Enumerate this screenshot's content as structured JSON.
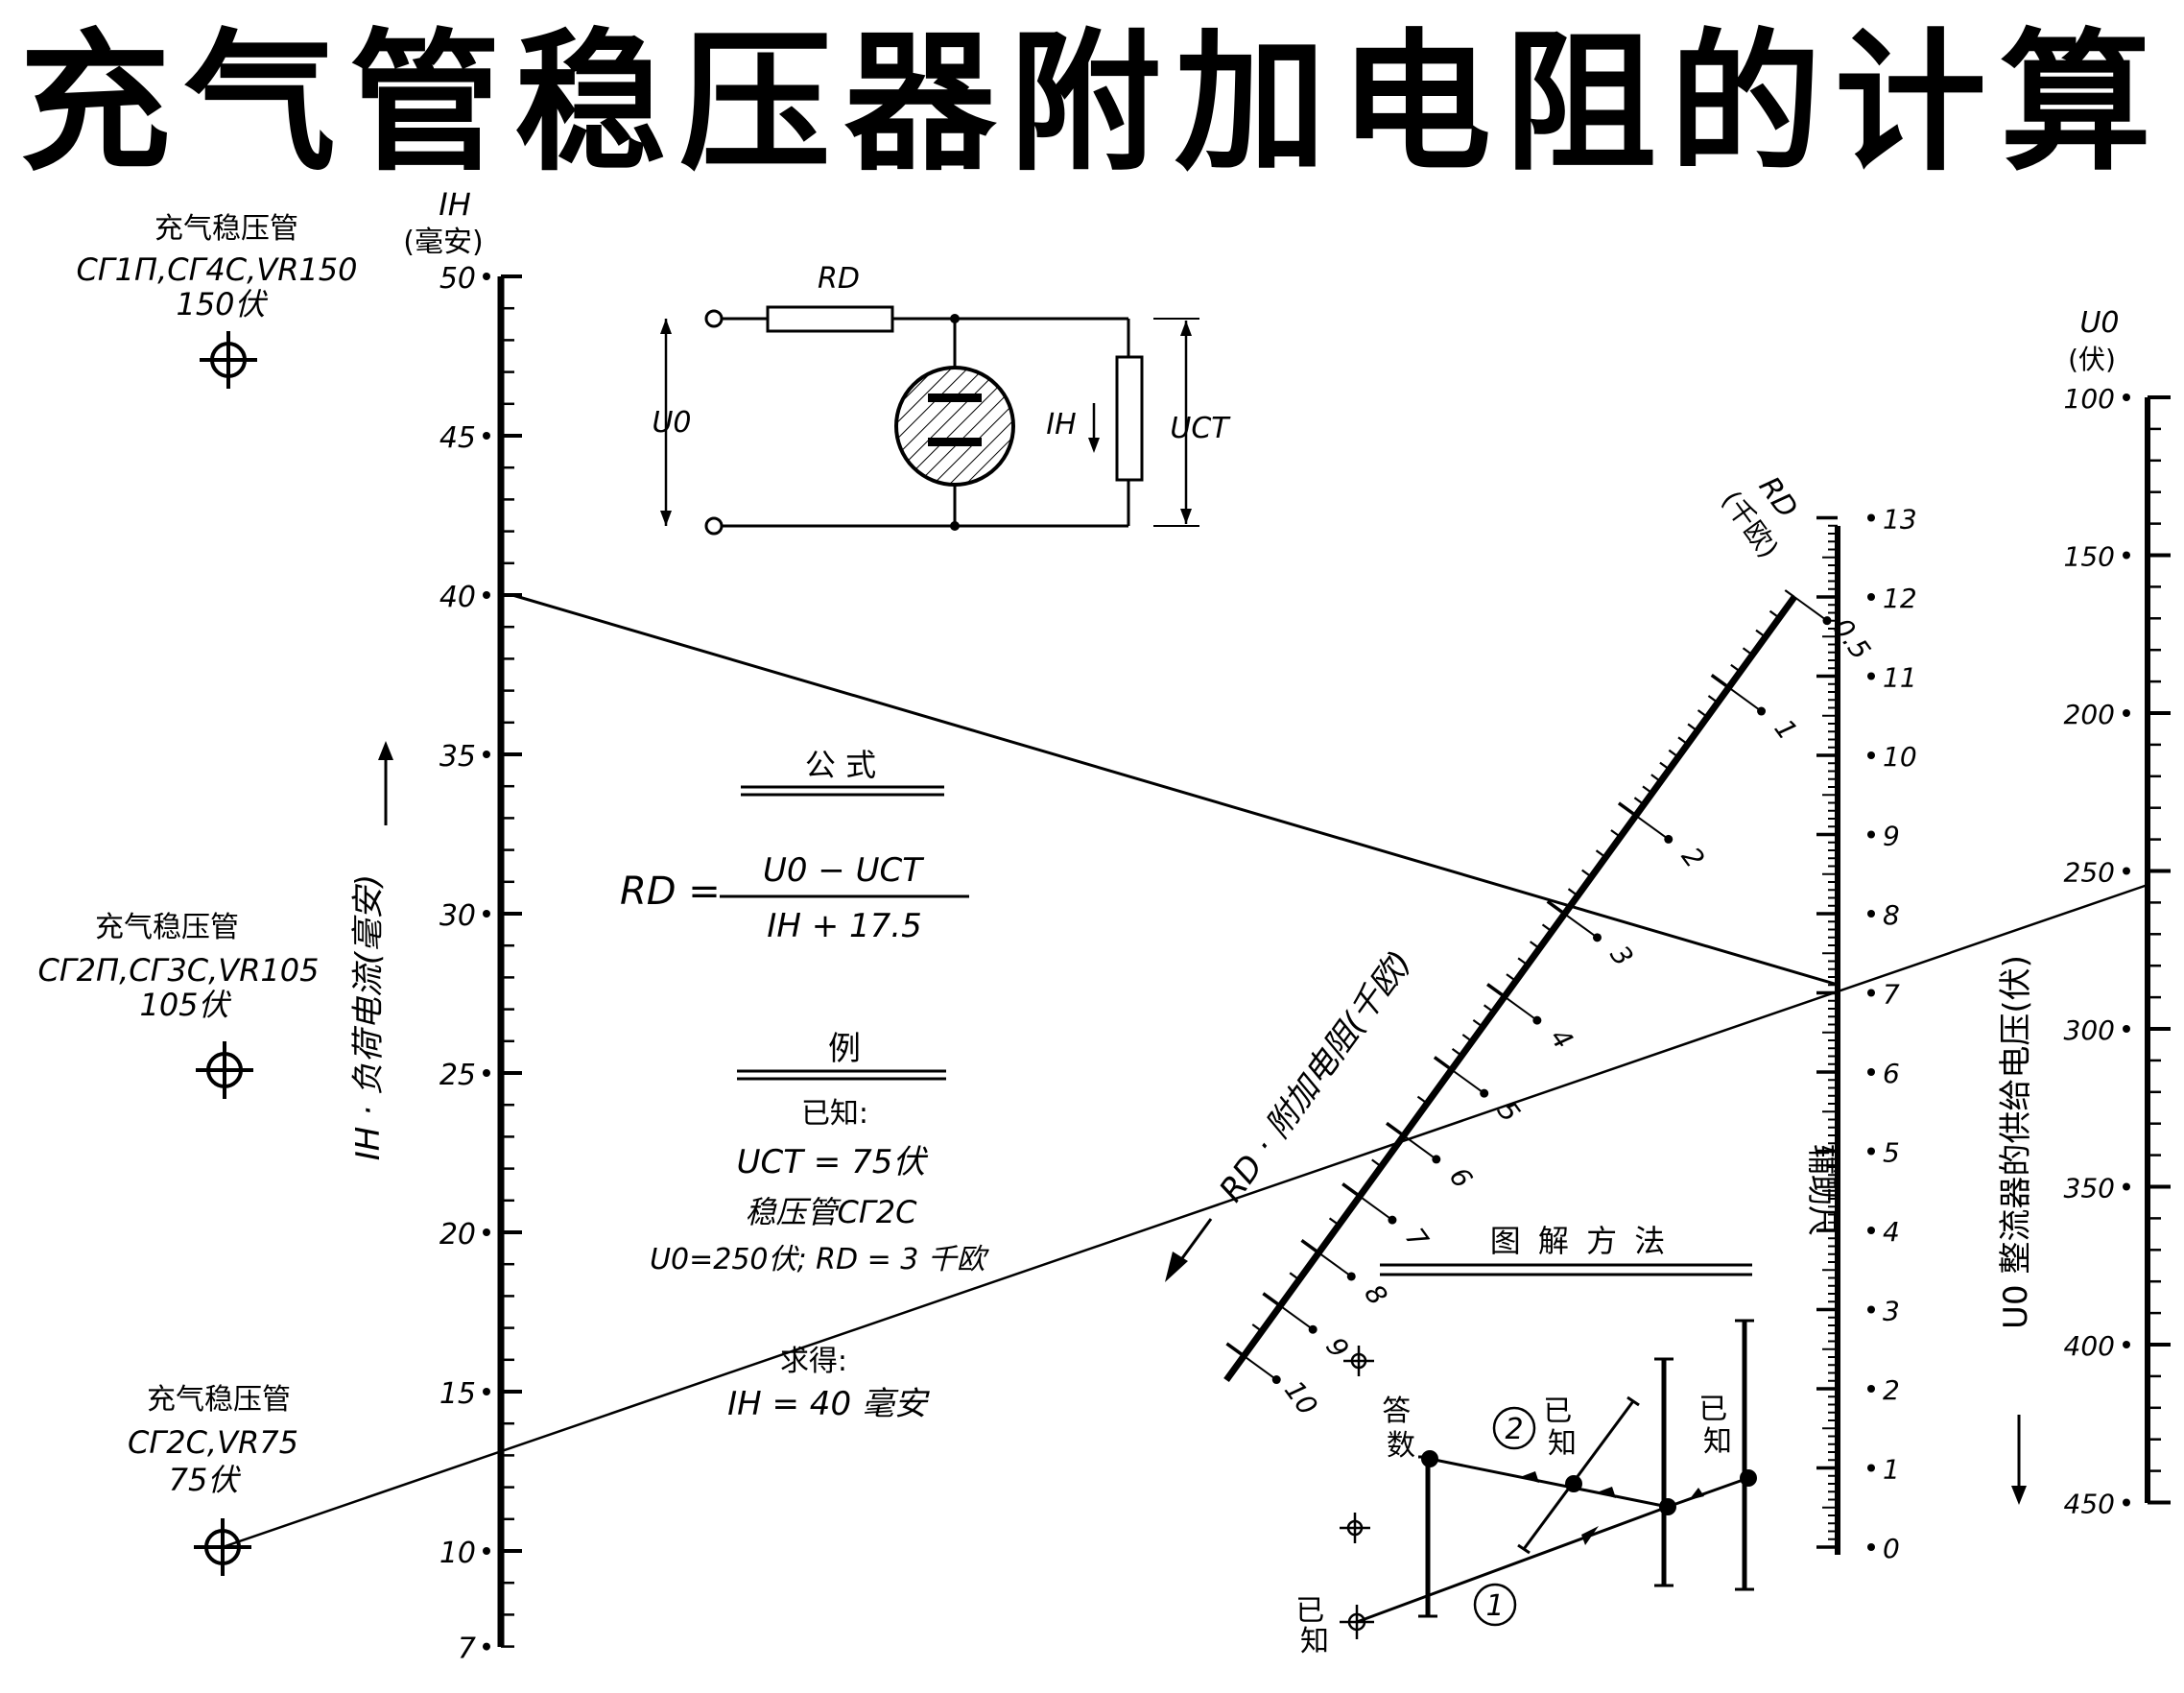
{
  "title": "充气管稳压器附加电阻的计算",
  "tubes": [
    {
      "heading": "充气稳压管",
      "models": "СГ1П,СГ4С,VR150",
      "voltage": "150伏"
    },
    {
      "heading": "充气稳压管",
      "models": "СГ2П,СГ3С,VR105",
      "voltage": "105伏"
    },
    {
      "heading": "充气稳压管",
      "models": "СГ2С,VR75",
      "voltage": "75伏"
    }
  ],
  "ih_scale": {
    "symbol": "IН",
    "unit": "(毫安)",
    "title": "IН · 负荷电流(毫安)",
    "ticks": [
      "50",
      "45",
      "40",
      "35",
      "30",
      "25",
      "20",
      "15",
      "10",
      "7"
    ]
  },
  "u0_scale": {
    "symbol": "U0",
    "unit": "(伏)",
    "title": "U0 整流器的供给电压(伏)",
    "ticks": [
      "100",
      "150",
      "200",
      "250",
      "300",
      "350",
      "400",
      "450"
    ]
  },
  "aux_scale": {
    "title": "辅助尺",
    "ticks": [
      "13",
      "12",
      "11",
      "10",
      "9",
      "8",
      "7",
      "6",
      "5",
      "4",
      "3",
      "2",
      "1",
      "0"
    ]
  },
  "rd_scale": {
    "symbol": "RD",
    "unit": "(千欧)",
    "title": "RD · 附加电阻(千欧)",
    "ticks": [
      "0.5",
      "1",
      "2",
      "3",
      "4",
      "5",
      "6",
      "7",
      "8",
      "9",
      "10"
    ]
  },
  "circuit": {
    "rd": "RD",
    "u0": "U0",
    "ih": "IН",
    "uct": "UСТ"
  },
  "formula": {
    "heading": "公 式",
    "lhs": "RD =",
    "numerator": "U0 − UСТ",
    "denominator": "IН + 17.5"
  },
  "example": {
    "heading": "例",
    "given_label": "已知:",
    "line1": "UСТ = 75伏",
    "line2": "稳压管СГ2С",
    "line3": "U0=250伏; RD = 3 千欧",
    "result_label": "求得:",
    "result": "IН = 40 毫安"
  },
  "method": {
    "heading": "图 解 方 法",
    "answer": [
      "答",
      "数"
    ],
    "known_a": [
      "已",
      "知"
    ],
    "known_b": [
      "已",
      "知"
    ],
    "known_c": [
      "已",
      "知"
    ],
    "step1": "1",
    "step2": "2"
  }
}
